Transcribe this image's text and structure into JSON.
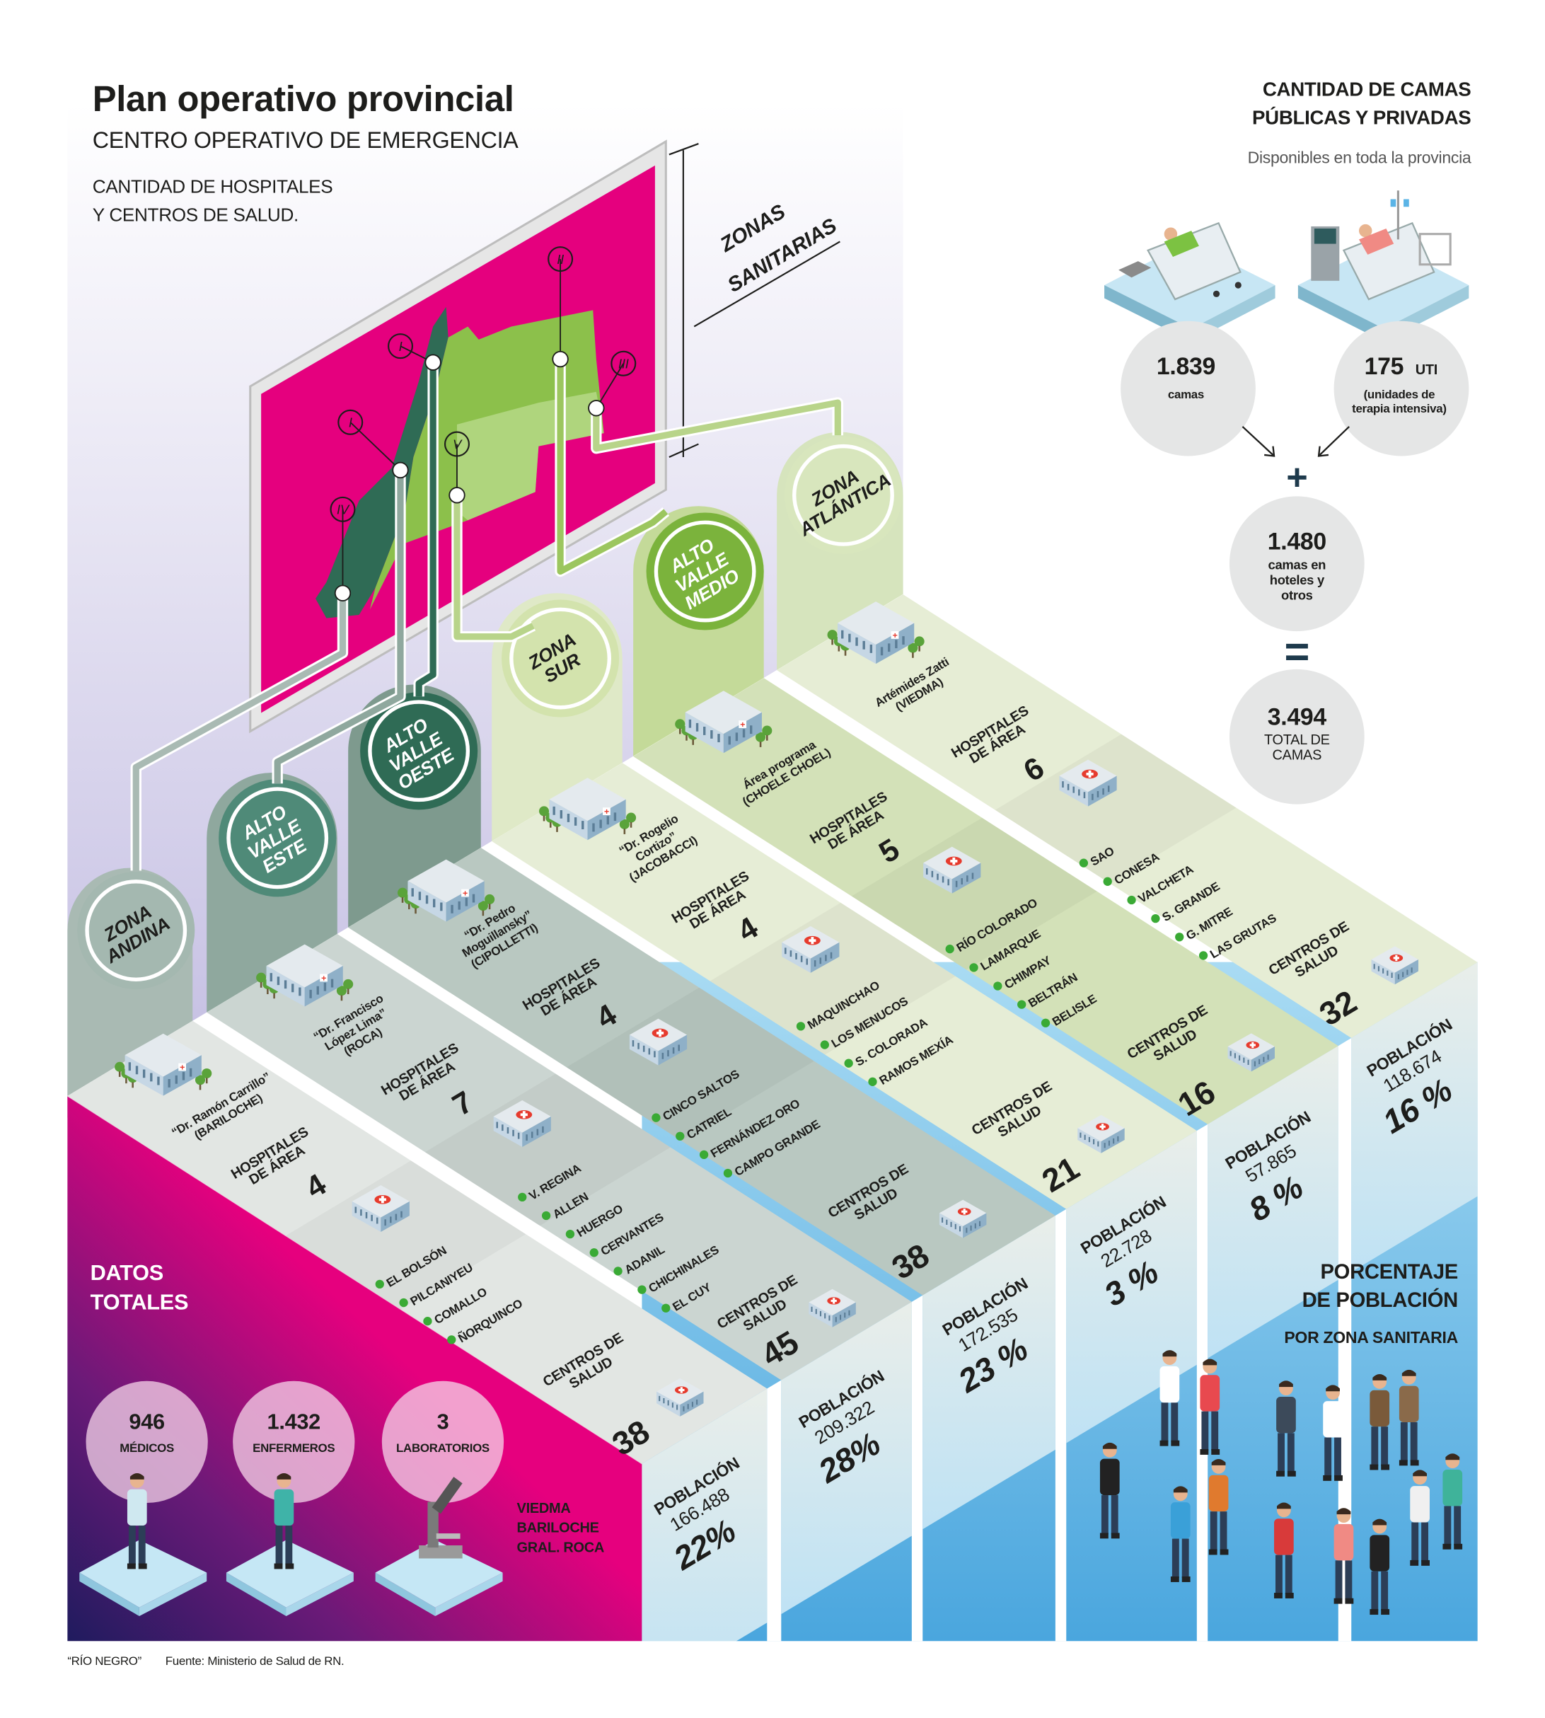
{
  "header": {
    "title": "Plan operativo provincial",
    "subtitle": "CENTRO OPERATIVO DE EMERGENCIA",
    "description_lines": [
      "CANTIDAD DE HOSPITALES",
      "Y CENTROS DE SALUD."
    ]
  },
  "map": {
    "label_lines": [
      "ZONAS",
      "SANITARIAS"
    ],
    "numerals": [
      "I",
      "I",
      "II",
      "III",
      "IV",
      "V"
    ],
    "colors": {
      "board": "#e5007e",
      "frame": "#d9d9d9",
      "west": "#2f6b55",
      "east": "#8cc04b"
    }
  },
  "labels": {
    "hospitales": [
      "HOSPITALES",
      "DE ÁREA"
    ],
    "centros": [
      "CENTROS DE",
      "SALUD"
    ],
    "poblacion": "POBLACIÓN"
  },
  "zones": [
    {
      "name": [
        "ZONA",
        "ANDINA"
      ],
      "color": "#a4b8b0",
      "text_color": "#1d1d1b",
      "hospital": [
        "“Dr. Ramón Carrillo”",
        "(BARILOCHE)"
      ],
      "hospitales_area": "4",
      "localidades": [
        "EL BOLSÓN",
        "PILCANIYEU",
        "COMALLO",
        "ÑORQUINCO"
      ],
      "centros_salud": "38",
      "poblacion": "166.488",
      "porcentaje": "22%"
    },
    {
      "name": [
        "ALTO",
        "VALLE",
        "ESTE"
      ],
      "color": "#4f8a78",
      "text_color": "#ffffff",
      "hospital": [
        "“Dr. Francisco",
        "López Lima”",
        "(ROCA)"
      ],
      "hospitales_area": "7",
      "localidades": [
        "V. REGINA",
        "ALLEN",
        "HUERGO",
        "CERVANTES",
        "ADANIL",
        "CHICHINALES",
        "EL CUY"
      ],
      "centros_salud": "45",
      "poblacion": "209.322",
      "porcentaje": "28%"
    },
    {
      "name": [
        "ALTO",
        "VALLE",
        "OESTE"
      ],
      "color": "#2f6b55",
      "text_color": "#ffffff",
      "hospital": [
        "“Dr. Pedro",
        "Moguillansky”",
        "(CIPOLLETTI)"
      ],
      "hospitales_area": "4",
      "localidades": [
        "CINCO SALTOS",
        "CATRIEL",
        "FERNÁNDEZ ORO",
        "CAMPO GRANDE"
      ],
      "centros_salud": "38",
      "poblacion": "172.535",
      "porcentaje": "23 %"
    },
    {
      "name": [
        "ZONA",
        "SUR"
      ],
      "color": "#d3e3ad",
      "text_color": "#1d1d1b",
      "hospital": [
        "“Dr. Rogelio",
        "Cortizo”",
        "(JACOBACCI)"
      ],
      "hospitales_area": "4",
      "localidades": [
        "MAQUINCHAO",
        "LOS MENUCOS",
        "S. COLORADA",
        "RAMOS MEXÍA"
      ],
      "centros_salud": "21",
      "poblacion": "22.728",
      "porcentaje": "3 %"
    },
    {
      "name": [
        "ALTO",
        "VALLE",
        "MEDIO"
      ],
      "color": "#7bb33c",
      "text_color": "#ffffff",
      "hospital": [
        "Área programa",
        "(CHOELE CHOEL)"
      ],
      "hospitales_area": "5",
      "localidades": [
        "RÍO COLORADO",
        "LAMARQUE",
        "CHIMPAY",
        "BELTRÁN",
        "BELISLE"
      ],
      "centros_salud": "16",
      "poblacion": "57.865",
      "porcentaje": "8 %"
    },
    {
      "name": [
        "ZONA",
        "ATLÁNTICA"
      ],
      "color": "#d8e6bd",
      "text_color": "#1d1d1b",
      "hospital": [
        "Artémides Zatti",
        "(VIEDMA)"
      ],
      "hospitales_area": "6",
      "localidades": [
        "SAO",
        "CONESA",
        "VALCHETA",
        "S. GRANDE",
        "G. MITRE",
        "LAS GRUTAS"
      ],
      "centros_salud": "32",
      "poblacion": "118.674",
      "porcentaje": "16 %"
    }
  ],
  "beds": {
    "title_lines": [
      "CANTIDAD DE CAMAS",
      "PÚBLICAS Y PRIVADAS"
    ],
    "subtitle": "Disponibles en toda la provincia",
    "public": {
      "value": "1.839",
      "label": "camas"
    },
    "uti": {
      "value": "175",
      "unit": "UTI",
      "label_lines": [
        "(unidades de",
        "terapia intensiva)"
      ]
    },
    "plus": "+",
    "hotels": {
      "value": "1.480",
      "label_lines": [
        "camas en",
        "hoteles y",
        "otros"
      ]
    },
    "equals": "=",
    "total": {
      "value": "3.494",
      "label_lines": [
        "TOTAL DE",
        "CAMAS"
      ]
    }
  },
  "totals": {
    "title_lines": [
      "DATOS",
      "TOTALES"
    ],
    "items": [
      {
        "value": "946",
        "label": "MÉDICOS",
        "icon": "doctor-icon"
      },
      {
        "value": "1.432",
        "label": "ENFERMEROS",
        "icon": "nurse-icon"
      },
      {
        "value": "3",
        "label": "LABORATORIOS",
        "icon": "microscope-icon"
      }
    ],
    "lab_locations": [
      "VIEDMA",
      "BARILOCHE",
      "GRAL. ROCA"
    ]
  },
  "population_legend": {
    "title_lines": [
      "PORCENTAJE",
      "DE POBLACIÓN"
    ],
    "subtitle": "POR ZONA SANITARIA"
  },
  "footer": {
    "brand": "“RÍO NEGRO”",
    "source": "Fuente: Ministerio de Salud de RN."
  }
}
